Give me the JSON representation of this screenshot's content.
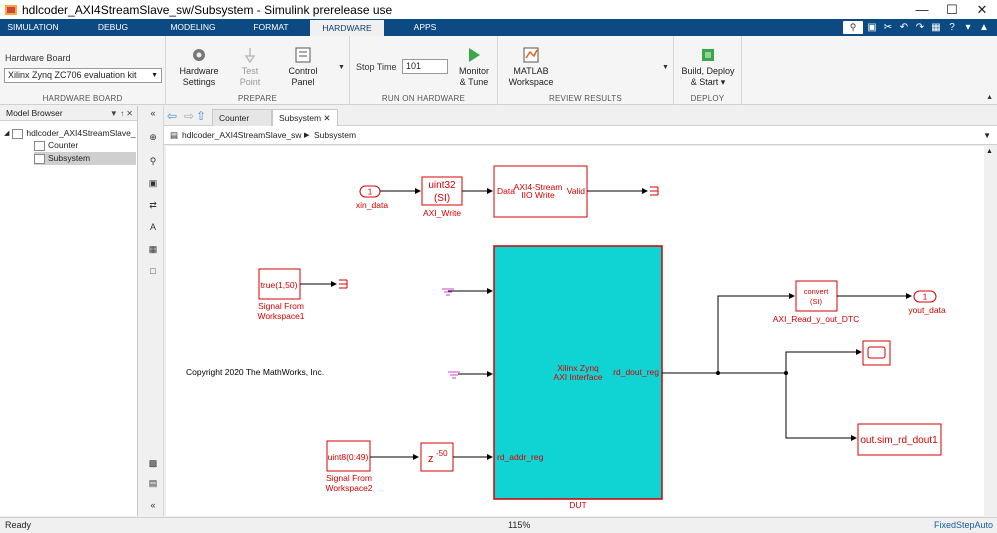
{
  "window": {
    "title": "hdlcoder_AXI4StreamSlave_sw/Subsystem - Simulink prerelease use"
  },
  "tabs": [
    "SIMULATION",
    "DEBUG",
    "MODELING",
    "FORMAT",
    "HARDWARE",
    "APPS"
  ],
  "ribbon": {
    "hardware_board_label": "Hardware Board",
    "hardware_board_value": "Xilinx Zynq ZC706 evaluation kit",
    "hardware_board_caption": "HARDWARE BOARD",
    "prepare_caption": "PREPARE",
    "hardware_settings": [
      "Hardware",
      "Settings"
    ],
    "test_point": [
      "Test",
      "Point"
    ],
    "control_panel": [
      "Control",
      "Panel"
    ],
    "stop_time_label": "Stop Time",
    "stop_time_value": "101",
    "monitor_tune": [
      "Monitor",
      "& Tune"
    ],
    "run_caption": "RUN ON HARDWARE",
    "matlab_workspace": [
      "MATLAB",
      "Workspace"
    ],
    "review_caption": "REVIEW RESULTS",
    "build_deploy": [
      "Build, Deploy",
      "& Start"
    ],
    "deploy_caption": "DEPLOY"
  },
  "browser": {
    "header": "Model Browser",
    "root": "hdlcoder_AXI4StreamSlave_",
    "children": [
      "Counter",
      "Subsystem"
    ]
  },
  "doc_tabs": [
    "Counter",
    "Subsystem"
  ],
  "breadcrumb": [
    "hdlcoder_AXI4StreamSlave_sw",
    "Subsystem"
  ],
  "diagram": {
    "xin_in": "1",
    "xin_label": "xin_data",
    "axi_write_line1": "uint32",
    "axi_write_line2": "(SI)",
    "axi_write_label": "AXI_Write",
    "stream_data": "Data",
    "stream_title1": "AXI4-Stream",
    "stream_title2": "IIO Write",
    "stream_valid": "Valid",
    "sfw1_value": "true(1,50)",
    "sfw1_label1": "Signal From",
    "sfw1_label2": "Workspace1",
    "copyright": "Copyright 2020 The MathWorks, Inc.",
    "dut_title1": "Xilinx Zynq",
    "dut_title2": "AXI Interface",
    "dut_out": "rd_dout_reg",
    "dut_in3": "rd_addr_reg",
    "dut_label": "DUT",
    "sfw2_value": "uint8(0:49)",
    "sfw2_label1": "Signal From",
    "sfw2_label2": "Workspace2",
    "delay_text": "z",
    "delay_exp": "-50",
    "dtc_line1": "convert",
    "dtc_line2": "(SI)",
    "dtc_label": "AXI_Read_y_out_DTC",
    "yout_num": "1",
    "yout_label": "yout_data",
    "toworkspace": "out.sim_rd_dout1"
  },
  "status": {
    "left": "Ready",
    "zoom": "115%",
    "solver": "FixedStepAuto"
  },
  "colors": {
    "accent": "#0b4a82",
    "block": "#d40000",
    "dut_fill": "#10d4d4"
  }
}
